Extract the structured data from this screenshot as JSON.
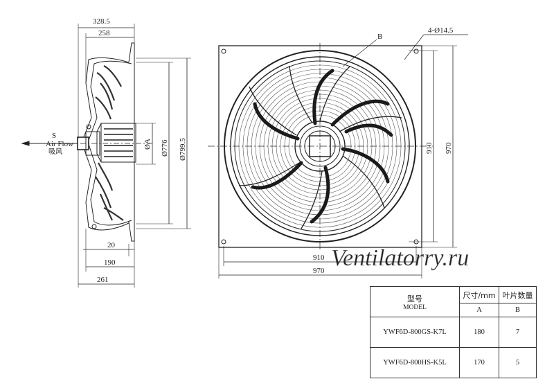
{
  "side_view": {
    "dim_top_total": "328.5",
    "dim_top_inner": "258",
    "dim_bottom_20": "20",
    "dim_bottom_190": "190",
    "dim_bottom_261": "261",
    "dim_da": "ØA",
    "dim_d776": "Ø776",
    "dim_d799": "Ø799.5",
    "airflow_s": "S",
    "airflow_en": "Air Flow",
    "airflow_cn": "吸风"
  },
  "front_view": {
    "label_b": "B",
    "label_holes": "4-Ø14.5",
    "dim_inner_h": "910",
    "dim_outer_h": "970",
    "dim_inner_w": "910",
    "dim_outer_w": "970"
  },
  "watermark": "Ventilatorry.ru",
  "spec_table": {
    "header_model_cn": "型号",
    "header_model_en": "MODEL",
    "header_size": "尺寸/mm",
    "header_blades": "叶片数量",
    "sub_a": "A",
    "sub_b": "B",
    "rows": [
      {
        "model": "YWF6D-800GS-K7L",
        "a": "180",
        "b": "7"
      },
      {
        "model": "YWF6D-800HS-K5L",
        "a": "170",
        "b": "5"
      }
    ]
  }
}
